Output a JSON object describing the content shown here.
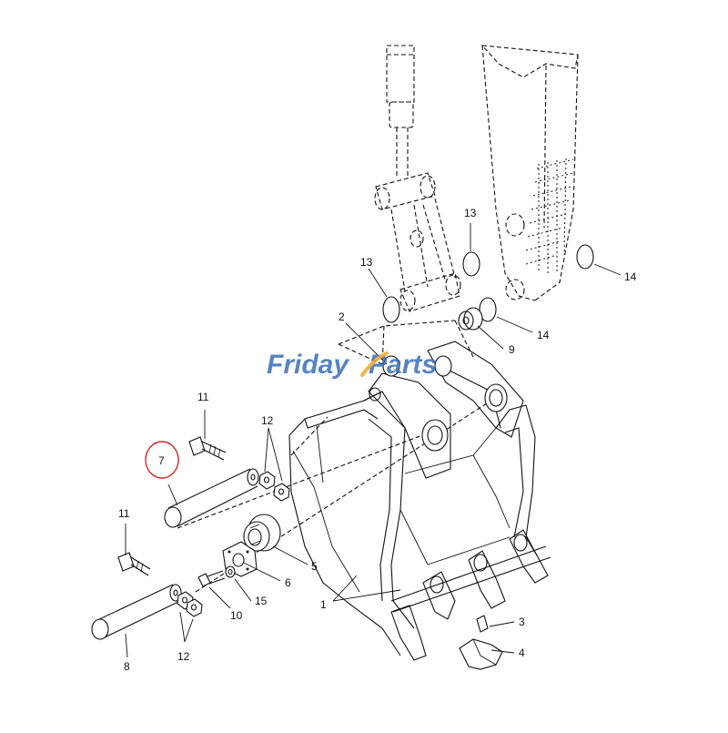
{
  "diagram": {
    "callouts": {
      "c1": "1",
      "c2": "2",
      "c3": "3",
      "c4": "4",
      "c5": "5",
      "c6": "6",
      "c7": "7",
      "c8": "8",
      "c9": "9",
      "c10": "10",
      "c11a": "11",
      "c11b": "11",
      "c12a": "12",
      "c12b": "12",
      "c13a": "13",
      "c13b": "13",
      "c14a": "14",
      "c14b": "14",
      "c15": "15"
    },
    "highlight_color": "#d9252a",
    "line_color": "#111111"
  },
  "watermark": {
    "part1": "Friday",
    "part2": "Parts",
    "color_blue": "#3a6fb5",
    "color_orange": "#f5a623"
  }
}
